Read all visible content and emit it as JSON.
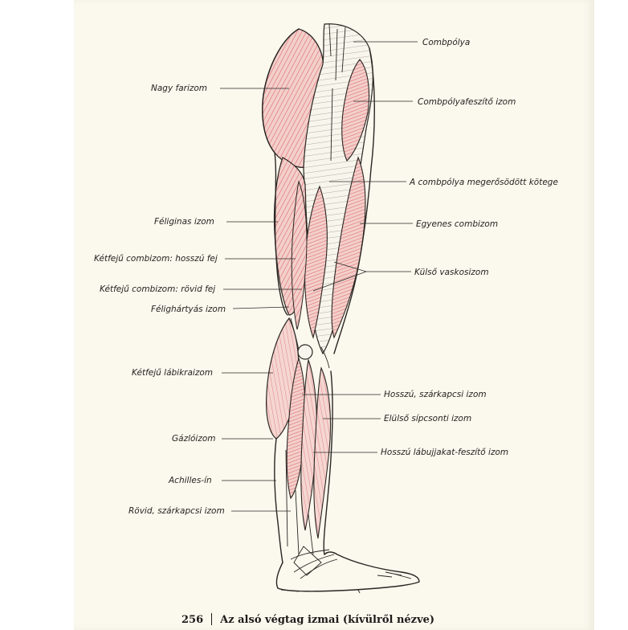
{
  "labels": {
    "combpolya": "Combpólya",
    "nagy_farizom": "Nagy farizom",
    "combpolyafeszito": "Combpólyafeszítő izom",
    "megerositett_kotege": "A combpólya megerősödött kötege",
    "feliginas": "Féliginas izom",
    "egyenes_combizom": "Egyenes combizom",
    "ketfeju_hosszu": "Kétfejű combizom: hosszú fej",
    "kulso_vaskosizom": "Külső vaskosizom",
    "ketfeju_rovid": "Kétfejű combizom: rövid fej",
    "felighartyas": "Félighártyás izom",
    "ketfeju_labikraizom": "Kétfejű lábikraizom",
    "hosszu_szarkapcsi": "Hosszú, szárkapcsi izom",
    "elulso_sipcsonti": "Elülső sípcsonti izom",
    "gazloizom": "Gázlóizom",
    "hosszu_labujjakat": "Hosszú lábujjakat-feszítő izom",
    "achilles": "Achilles-ín",
    "rovid_szarkapcsi": "Rövid, szárkapcsi izom"
  },
  "caption": {
    "page_number": "256",
    "title": "Az alsó végtag izmai (kívülről nézve)"
  },
  "colors": {
    "muscle": "#f2c9c4",
    "muscle_stripe": "#d9616a",
    "ink": "#2a2622",
    "paper": "#fbf8ee"
  }
}
